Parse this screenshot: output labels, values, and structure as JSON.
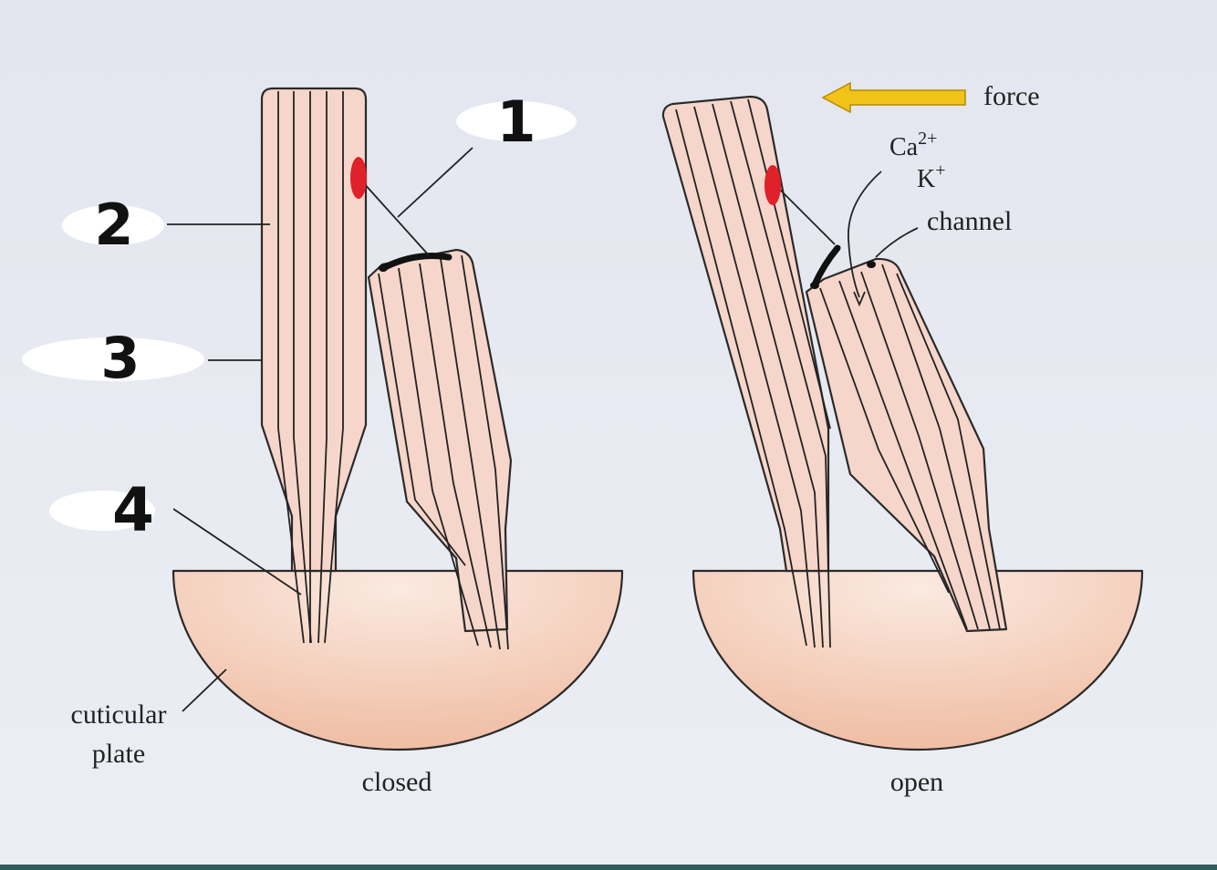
{
  "labels": {
    "number_1": "1",
    "number_2": "2",
    "number_3": "3",
    "number_4": "4",
    "cuticular_line1": "cuticular",
    "cuticular_line2": "plate",
    "closed": "closed",
    "open": "open",
    "force": "force",
    "ion_ca": "Ca",
    "ion_ca_sup": "2+",
    "ion_k": "K",
    "ion_k_sup": "+",
    "channel": "channel"
  },
  "colors": {
    "background": "#e6e9f1",
    "stereocilium": "#f6d6ca",
    "plate": "#f3c9b3",
    "marker": "#e0202a",
    "arrow": "#f2c318",
    "bottom_bar": "#2f5d5a"
  }
}
